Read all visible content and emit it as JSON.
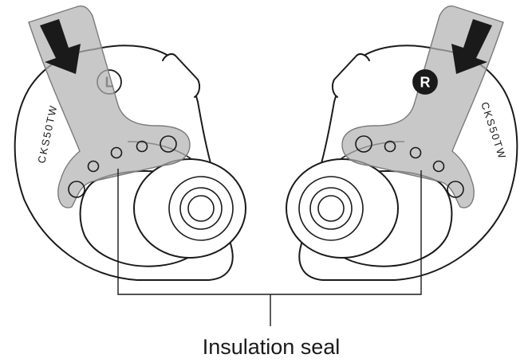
{
  "caption": "Insulation seal",
  "left_earbud": {
    "model": "CKS50TW",
    "side_badge": "L"
  },
  "right_earbud": {
    "model": "CKS50TW",
    "side_badge": "R"
  },
  "colors": {
    "ink": "#1a1a1a",
    "seal_fill": "#b3b3b3"
  }
}
